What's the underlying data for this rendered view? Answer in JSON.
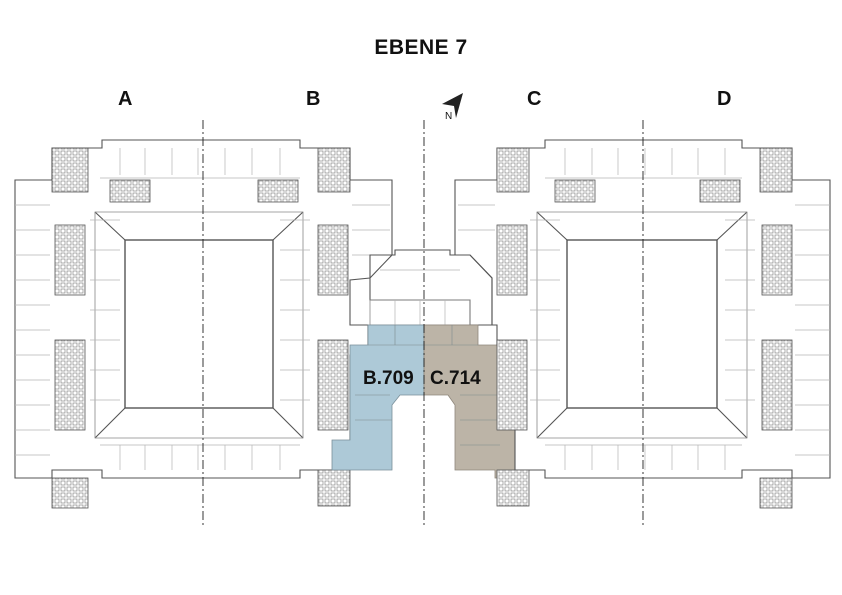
{
  "title": "EBENE 7",
  "wings": [
    {
      "id": "A",
      "label": "A"
    },
    {
      "id": "B",
      "label": "B"
    },
    {
      "id": "C",
      "label": "C"
    },
    {
      "id": "D",
      "label": "D"
    }
  ],
  "north_arrow": {
    "label": "N"
  },
  "units": [
    {
      "id": "B.709",
      "label": "B.709",
      "color": "#adc9d7"
    },
    {
      "id": "C.714",
      "label": "C.714",
      "color": "#bcb4a7"
    }
  ],
  "colors": {
    "walls": "#555555",
    "light_lines": "#b8b8b8",
    "axis": "#222222"
  }
}
